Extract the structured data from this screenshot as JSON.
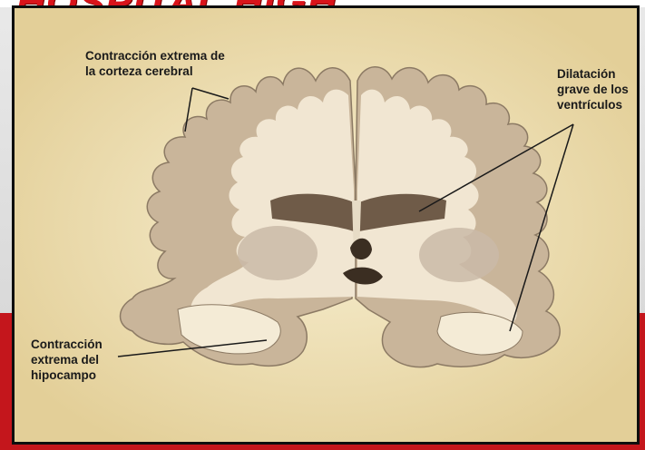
{
  "slide": {
    "header_text": "HOSPITAL HIGH",
    "background_colors": {
      "grey": "#e0e0e0",
      "red": "#c4161c",
      "frame": "#0e0e0e",
      "parchment": "#efe1b4"
    }
  },
  "figure": {
    "labels": {
      "cortex": [
        "Contracción extrema de",
        "la corteza cerebral"
      ],
      "ventricles": [
        "Dilatación",
        "grave de los",
        "ventrículos"
      ],
      "hippocampus": [
        "Contracción",
        "extrema del",
        "hipocampo"
      ]
    }
  }
}
